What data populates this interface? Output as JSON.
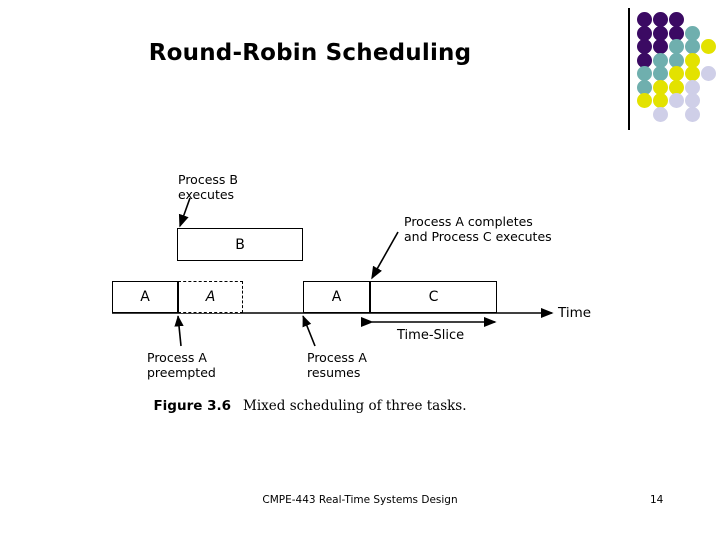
{
  "slide": {
    "title": "Round-Robin Scheduling",
    "footer": {
      "course": "CMPE-443 Real-Time Systems Design",
      "page_number": "14"
    }
  },
  "decoration": {
    "name": "dot-grid",
    "rows": 8,
    "cols": 5,
    "colors": {
      "purple": "#3B0A63",
      "teal": "#6FAFAE",
      "yellow": "#E3E200",
      "lavender": "#CFCFE8",
      "rule": "#000000"
    },
    "grid": [
      [
        "purple",
        "purple",
        "purple",
        "none",
        "none"
      ],
      [
        "purple",
        "purple",
        "purple",
        "teal",
        "none"
      ],
      [
        "purple",
        "purple",
        "teal",
        "teal",
        "yellow"
      ],
      [
        "purple",
        "teal",
        "teal",
        "yellow",
        "none"
      ],
      [
        "teal",
        "teal",
        "yellow",
        "yellow",
        "lavender"
      ],
      [
        "teal",
        "yellow",
        "yellow",
        "lavender",
        "none"
      ],
      [
        "yellow",
        "yellow",
        "lavender",
        "lavender",
        "none"
      ],
      [
        "none",
        "lavender",
        "none",
        "lavender",
        "none"
      ]
    ]
  },
  "figure": {
    "caption_number": "Figure 3.6",
    "caption_text": "Mixed scheduling of three tasks.",
    "axis_label": "Time",
    "timeslice_label": "Time-Slice",
    "annotations": [
      {
        "id": "process-b-executes",
        "text": "Process B\nexecutes"
      },
      {
        "id": "process-a-completes",
        "text": "Process A completes\nand Process C executes"
      },
      {
        "id": "process-a-preempted",
        "text": "Process A\npreempted"
      },
      {
        "id": "process-a-resumes",
        "text": "Process A\nresumes"
      }
    ],
    "blocks": [
      {
        "id": "block-a-first",
        "label": "A",
        "style": "solid"
      },
      {
        "id": "block-a-dashed",
        "label": "A",
        "style": "dashed"
      },
      {
        "id": "block-b",
        "label": "B",
        "style": "solid"
      },
      {
        "id": "block-a-second",
        "label": "A",
        "style": "solid"
      },
      {
        "id": "block-c",
        "label": "C",
        "style": "solid"
      }
    ]
  }
}
